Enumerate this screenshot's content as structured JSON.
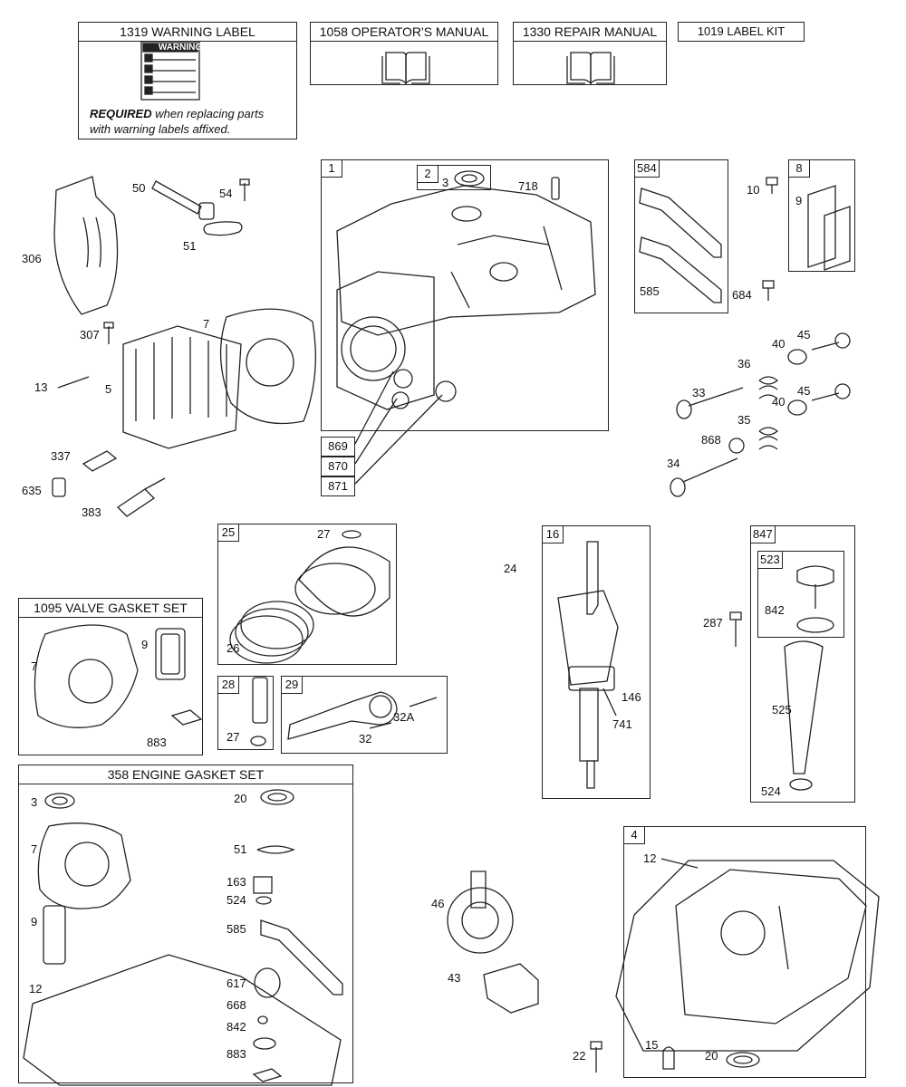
{
  "top_boxes": {
    "warning_label": "1319 WARNING LABEL",
    "warning_heading": "WARNING",
    "warning_note_bold": "REQUIRED",
    "warning_note_rest": " when replacing parts",
    "warning_note_line2": "with warning labels affixed.",
    "operators_manual": "1058 OPERATOR'S MANUAL",
    "repair_manual": "1330 REPAIR MANUAL",
    "label_kit": "1019 LABEL KIT"
  },
  "groups": {
    "g1": "1",
    "g2": "2",
    "g584": "584",
    "g8": "8",
    "g25": "25",
    "g16": "16",
    "g847": "847",
    "g523": "523",
    "g28": "28",
    "g29": "29",
    "g4": "4",
    "valve_gasket_set": "1095 VALVE GASKET SET",
    "engine_gasket_set": "358 ENGINE GASKET SET"
  },
  "labels": {
    "l306": "306",
    "l50": "50",
    "l54": "54",
    "l51": "51",
    "l307": "307",
    "l7": "7",
    "l13": "13",
    "l5": "5",
    "l337": "337",
    "l635": "635",
    "l383": "383",
    "l3": "3",
    "l718": "718",
    "l869": "869",
    "l870": "870",
    "l871": "871",
    "l585": "585",
    "l10": "10",
    "l9": "9",
    "l684": "684",
    "l45a": "45",
    "l40a": "40",
    "l36": "36",
    "l33": "33",
    "l40b": "40",
    "l45b": "45",
    "l35": "35",
    "l868": "868",
    "l34": "34",
    "l27a": "27",
    "l26": "26",
    "l24": "24",
    "l146": "146",
    "l741": "741",
    "l287": "287",
    "l842a": "842",
    "l525": "525",
    "l524a": "524",
    "vg7": "7",
    "vg9": "9",
    "vg883": "883",
    "l27b": "27",
    "l32a": "32A",
    "l32": "32",
    "eg3": "3",
    "eg7": "7",
    "eg9": "9",
    "eg12": "12",
    "eg20": "20",
    "eg51": "51",
    "eg163": "163",
    "eg524": "524",
    "eg585": "585",
    "eg617": "617",
    "eg668": "668",
    "eg842": "842",
    "eg883": "883",
    "l46": "46",
    "l43": "43",
    "l22": "22",
    "l12b": "12",
    "l15": "15",
    "l20b": "20"
  }
}
